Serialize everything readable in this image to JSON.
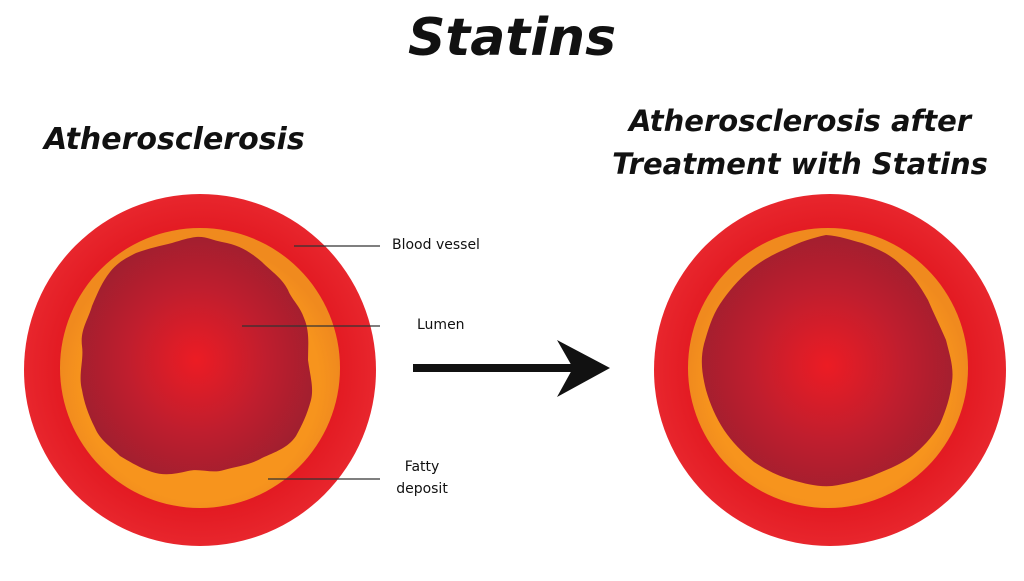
{
  "title": "Statins",
  "left_panel": {
    "heading": "Atherosclerosis",
    "labels": {
      "blood_vessel": "Blood vessel",
      "lumen": "Lumen",
      "fatty_deposit_line1": "Fatty",
      "fatty_deposit_line2": "deposit"
    }
  },
  "right_panel": {
    "heading_line1": "Atherosclerosis after",
    "heading_line2": "Treatment with Statins"
  },
  "colors": {
    "vessel_wall": "#e31b23",
    "fatty_deposit": "#f7941d",
    "lumen_dark": "#a61c2c",
    "lumen_center": "#ec1c24",
    "arrow": "#111111",
    "text": "#111111"
  }
}
